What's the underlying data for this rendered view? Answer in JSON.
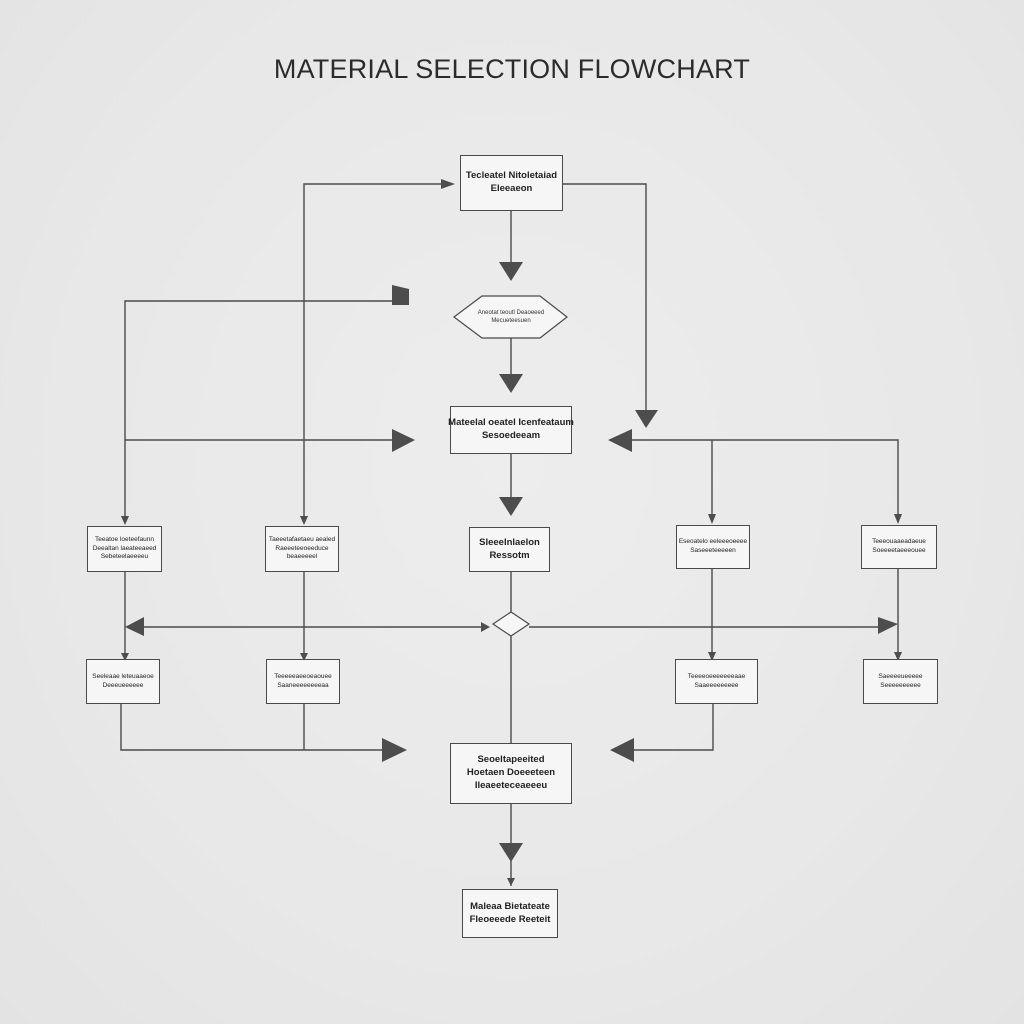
{
  "title": "MATERIAL SELECTION FLOWCHART",
  "colors": {
    "background": "#e9e9e9",
    "line": "#4a4a4a",
    "arrowhead": "#4d4d4d",
    "box_fill": "#f6f6f6",
    "text": "#2b2b2b"
  },
  "nodes": {
    "top": {
      "lines": [
        "Tecleatel Nitoletaiad",
        "Eleeaeon"
      ]
    },
    "decision1": {
      "lines": [
        "Aneotat teoutl Deaoeeed",
        "Mecueteesuen"
      ]
    },
    "middle": {
      "lines": [
        "Mateelal oeatel Icenfeataum",
        "Sesoedeeam"
      ]
    },
    "center": {
      "lines": [
        "Sleeelnlaelon",
        "Ressotm"
      ]
    },
    "row1a": {
      "lines": [
        "Teeatoe loeteefaunn",
        "Deealtan laeateeaeed",
        "Sebeteelaeeeeu"
      ]
    },
    "row1b": {
      "lines": [
        "Taeeetafaetaeu aealed",
        "Raeeeteeoeeduce",
        "beaeeeeel"
      ]
    },
    "row1c": {
      "lines": [
        "Eseoatelo eeleeeoeeee",
        "Saseeeteeeeen"
      ]
    },
    "row1d": {
      "lines": [
        "Teeeouaaeadaeue",
        "Soeeeetaeeeouee"
      ]
    },
    "row2a": {
      "lines": [
        "Seeleaae leteuaaeoe",
        "Deeeueeeeee"
      ]
    },
    "row2b": {
      "lines": [
        "Teeeeeaeeoeaouee",
        "Saaneeeeeeeeaa"
      ]
    },
    "row2c": {
      "lines": [
        "Teeeeoeeeeeeeaae",
        "Saaeeeeeeeee"
      ]
    },
    "row2d": {
      "lines": [
        "Saeeeeueeeee",
        "Seeeeeeeeee"
      ]
    },
    "merge": {
      "lines": [
        "Seoeltapeeited",
        "Hoetaen Doeeeteen",
        "Ileaeeteceaeeeu"
      ]
    },
    "final": {
      "lines": [
        "Maleaa Bietateate",
        "Fleoeeede Reeteit"
      ]
    }
  }
}
